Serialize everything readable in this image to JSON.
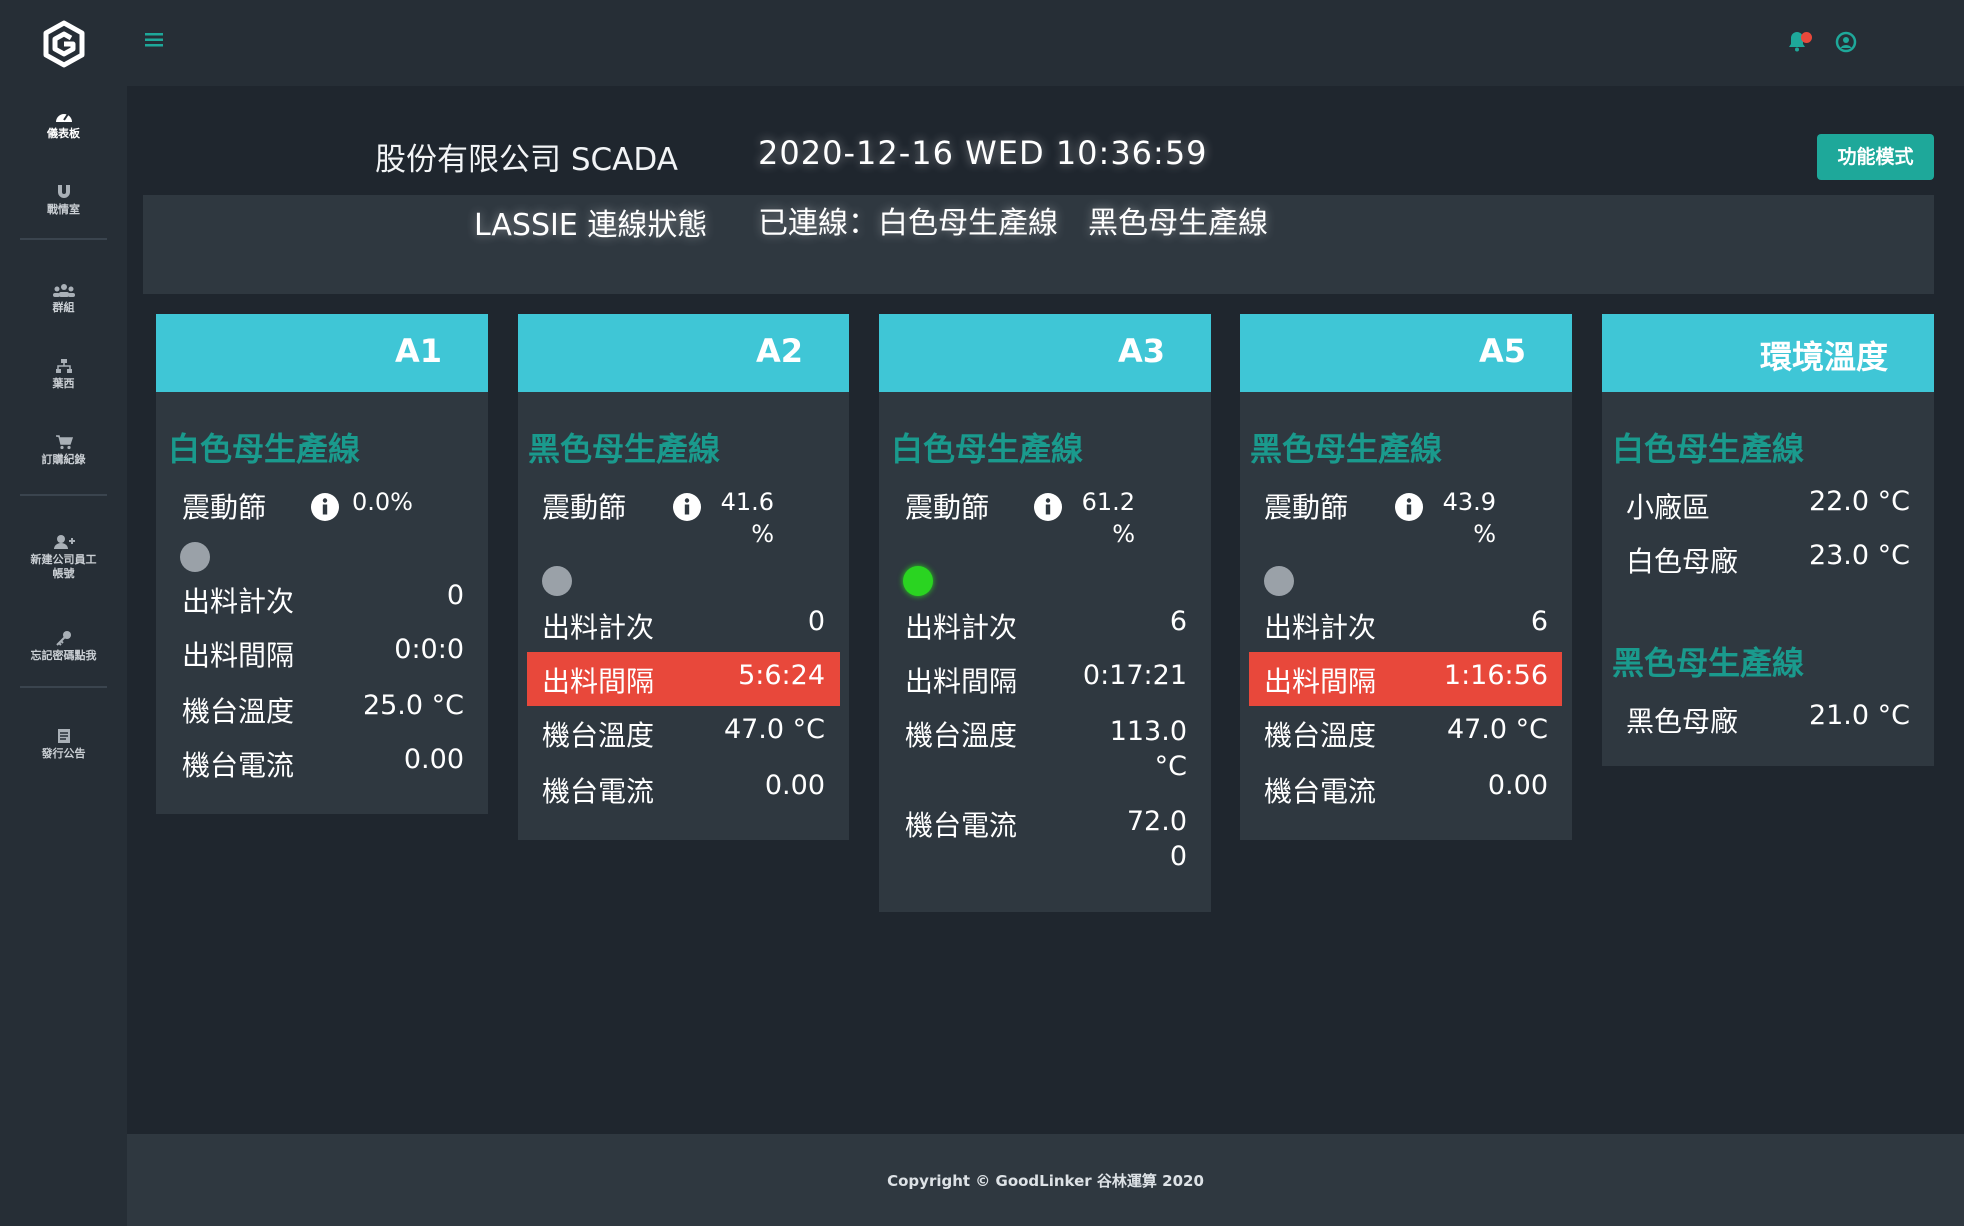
{
  "sidebar": {
    "items": [
      {
        "label": "儀表板",
        "icon": "dashboard-icon"
      },
      {
        "label": "戰情室",
        "icon": "magnet-icon"
      },
      {
        "label": "群組",
        "icon": "group-icon"
      },
      {
        "label": "葉西",
        "icon": "sitemap-icon"
      },
      {
        "label": "訂購紀錄",
        "icon": "cart-icon"
      },
      {
        "label_line1": "新建公司員工",
        "label_line2": "帳號",
        "icon": "add-user-icon"
      },
      {
        "label": "忘記密碼點我",
        "icon": "key-icon"
      },
      {
        "label": "發行公告",
        "icon": "announcement-icon"
      }
    ]
  },
  "header": {
    "company": "股份有限公司 SCADA",
    "datetime": "2020-12-16 WED 10:36:59",
    "mode_button": "功能模式",
    "status_label": "LASSIE 連線狀態",
    "status_value": "已連線：白色母生產線　黑色母生產線"
  },
  "labels": {
    "sieve": "震動篩",
    "count": "出料計次",
    "interval": "出料間隔",
    "temp": "機台溫度",
    "current": "機台電流"
  },
  "cards": [
    {
      "title": "A1",
      "line": "白色母生產線",
      "sieve": "0.0%",
      "sieve_on": false,
      "count": "0",
      "interval": "0:0:0",
      "interval_alert": false,
      "temp": "25.0 °C",
      "current": "0.00"
    },
    {
      "title": "A2",
      "line": "黑色母生產線",
      "sieve_value": "41.6",
      "sieve_unit": "%",
      "sieve_on": false,
      "count": "0",
      "interval": "5:6:24",
      "interval_alert": true,
      "temp": "47.0 °C",
      "current": "0.00"
    },
    {
      "title": "A3",
      "line": "白色母生產線",
      "sieve_value": "61.2",
      "sieve_unit": "%",
      "sieve_on": true,
      "count": "6",
      "interval": "0:17:21",
      "interval_alert": false,
      "temp_value": "113.0",
      "temp_unit": "°C",
      "current_value": "72.0",
      "current_unit": "0"
    },
    {
      "title": "A5",
      "line": "黑色母生產線",
      "sieve_value": "43.9",
      "sieve_unit": "%",
      "sieve_on": false,
      "count": "6",
      "interval": "1:16:56",
      "interval_alert": true,
      "temp": "47.0 °C",
      "current": "0.00"
    }
  ],
  "env": {
    "title": "環境溫度",
    "groups": [
      {
        "line": "白色母生產線",
        "rows": [
          {
            "label": "小廠區",
            "value": "22.0 °C"
          },
          {
            "label": "白色母廠",
            "value": "23.0 °C"
          }
        ]
      },
      {
        "line": "黑色母生產線",
        "rows": [
          {
            "label": "黑色母廠",
            "value": "21.0 °C"
          }
        ]
      }
    ]
  },
  "colors": {
    "accent": "#3fc6d6",
    "line_name": "#1a9a8d",
    "alert": "#e8483b",
    "status_on": "#2ad421",
    "status_off": "#9aa1a8",
    "button": "#1ea89a"
  },
  "footer": {
    "copyright": "Copyright © GoodLinker 谷林運算 2020"
  }
}
